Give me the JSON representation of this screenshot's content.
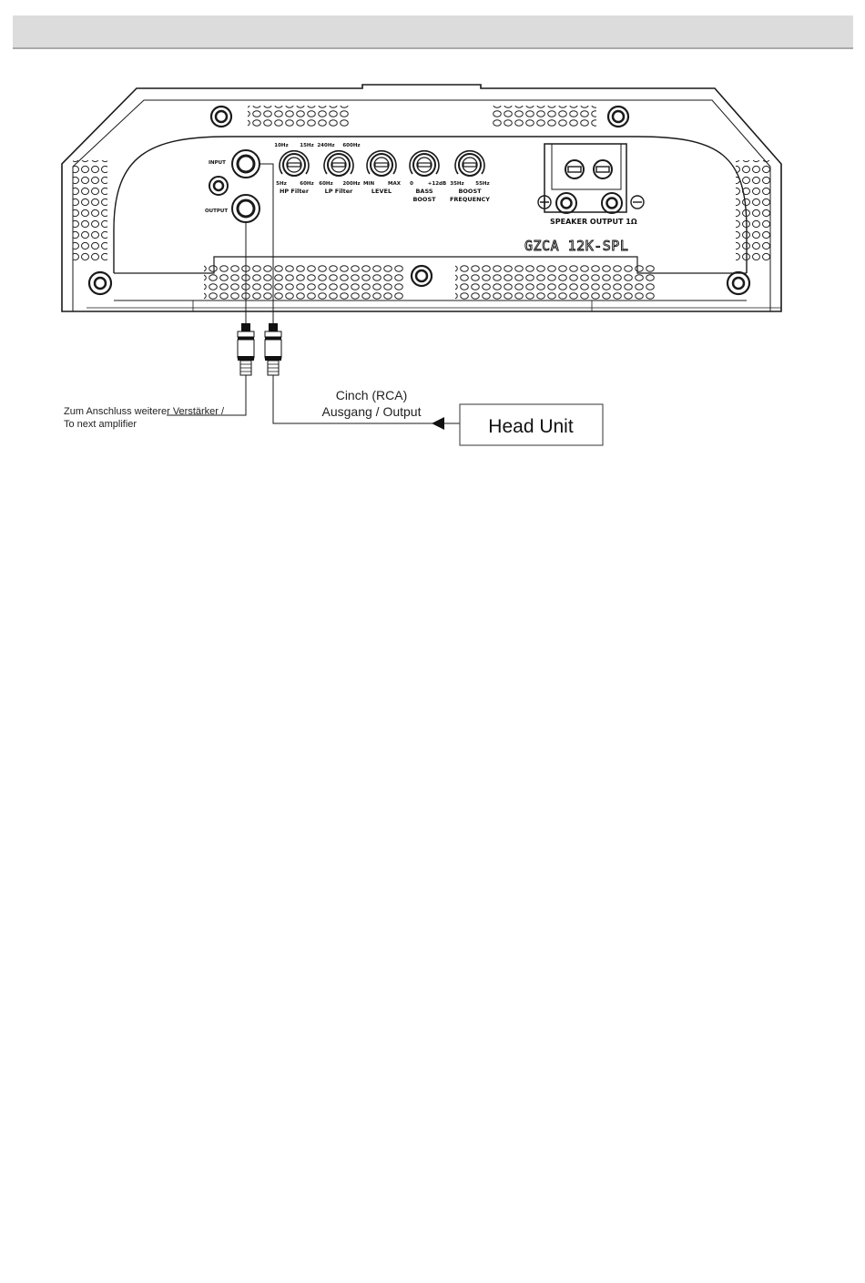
{
  "panel": {
    "input_label": "INPUT",
    "output_label": "OUTPUT",
    "knobs": [
      {
        "top_left": "10Hz",
        "top_right": "15Hz",
        "bottom_left": "5Hz",
        "bottom_right": "60Hz",
        "name_line1": "HP Filter",
        "name_line2": ""
      },
      {
        "top_left": "240Hz",
        "top_right": "600Hz",
        "bottom_left": "60Hz",
        "bottom_right": "200Hz",
        "name_line1": "LP Filter",
        "name_line2": ""
      },
      {
        "top_left": "",
        "top_right": "",
        "bottom_left": "MIN",
        "bottom_right": "MAX",
        "name_line1": "LEVEL",
        "name_line2": ""
      },
      {
        "top_left": "",
        "top_right": "",
        "bottom_left": "0",
        "bottom_right": "+12dB",
        "name_line1": "BASS",
        "name_line2": "BOOST"
      },
      {
        "top_left": "",
        "top_right": "",
        "bottom_left": "35Hz",
        "bottom_right": "55Hz",
        "name_line1": "BOOST",
        "name_line2": "FREQUENCY"
      }
    ],
    "speaker_output_label": "SPEAKER OUTPUT 1Ω",
    "model": "GZCA 12K-SPL"
  },
  "connections": {
    "next_amp_note_line1": "Zum Anschluss weiterer Verstärker /",
    "next_amp_note_line2": "To next amplifier",
    "cinch_line1": "Cinch (RCA)",
    "cinch_line2": "Ausgang / Output",
    "head_unit": "Head Unit"
  }
}
